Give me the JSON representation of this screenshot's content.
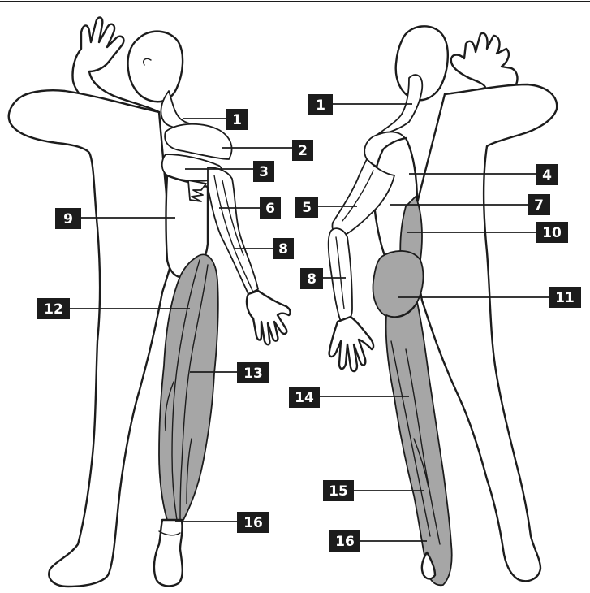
{
  "labels": {
    "front": [
      {
        "id": "label-1-front",
        "text": "1"
      },
      {
        "id": "label-2",
        "text": "2"
      },
      {
        "id": "label-3",
        "text": "3"
      },
      {
        "id": "label-6",
        "text": "6"
      },
      {
        "id": "label-8-front",
        "text": "8"
      },
      {
        "id": "label-9",
        "text": "9"
      },
      {
        "id": "label-12",
        "text": "12"
      },
      {
        "id": "label-13",
        "text": "13"
      },
      {
        "id": "label-16-front",
        "text": "16"
      }
    ],
    "back": [
      {
        "id": "label-1-back",
        "text": "1"
      },
      {
        "id": "label-4",
        "text": "4"
      },
      {
        "id": "label-5",
        "text": "5"
      },
      {
        "id": "label-7",
        "text": "7"
      },
      {
        "id": "label-10",
        "text": "10"
      },
      {
        "id": "label-8-back",
        "text": "8"
      },
      {
        "id": "label-11",
        "text": "11"
      },
      {
        "id": "label-14",
        "text": "14"
      },
      {
        "id": "label-15",
        "text": "15"
      },
      {
        "id": "label-16-back",
        "text": "16"
      }
    ]
  },
  "colors": {
    "highlight": "#a6a6a6",
    "outline": "#1c1c1c",
    "label_background": "#1c1c1c",
    "label_text": "#ffffff"
  }
}
